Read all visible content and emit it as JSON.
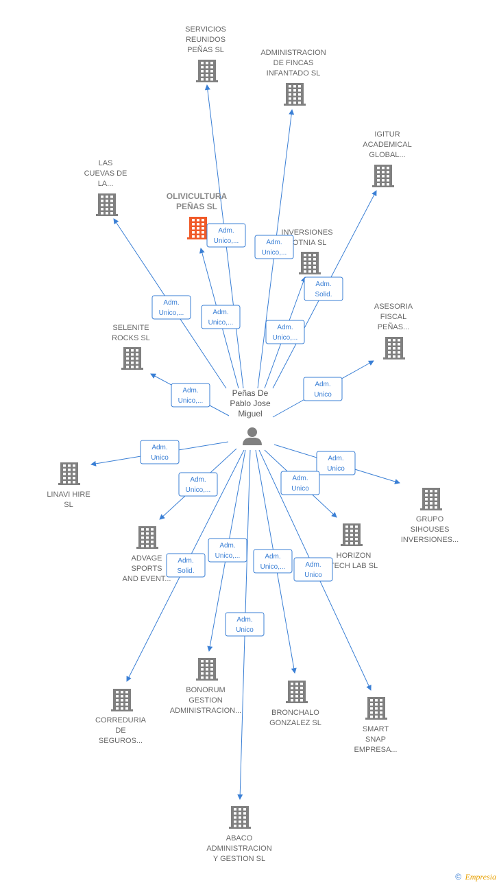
{
  "colors": {
    "edge": "#3a7fd5",
    "building": "#808080",
    "building_highlight": "#f05a28",
    "person": "#808080"
  },
  "person": {
    "label_lines": [
      "Peñas De",
      "Pablo Jose",
      "Miguel"
    ],
    "icon": "person-icon"
  },
  "companies": [
    {
      "id": "servicios",
      "lines": [
        "SERVICIOS",
        "REUNIDOS",
        "PEÑAS  SL"
      ]
    },
    {
      "id": "fincas",
      "lines": [
        "ADMINISTRACION",
        "DE FINCAS",
        "INFANTADO  SL"
      ]
    },
    {
      "id": "igitur",
      "lines": [
        "IGITUR",
        "ACADEMICAL",
        "GLOBAL..."
      ]
    },
    {
      "id": "cuevas",
      "lines": [
        "LAS",
        "CUEVAS DE",
        "LA..."
      ]
    },
    {
      "id": "olivicultura",
      "lines": [
        "OLIVICULTURA",
        "PEÑAS  SL"
      ],
      "highlight": true
    },
    {
      "id": "inversiones",
      "lines": [
        "INVERSIONES",
        "POTNIA  SL"
      ]
    },
    {
      "id": "asesoria",
      "lines": [
        "ASESORIA",
        "FISCAL",
        "PEÑAS..."
      ]
    },
    {
      "id": "selenite",
      "lines": [
        "SELENITE",
        "ROCKS  SL"
      ]
    },
    {
      "id": "linavi",
      "lines": [
        "LINAVI HIRE",
        "SL"
      ]
    },
    {
      "id": "grupo",
      "lines": [
        "GRUPO",
        "SIHOUSES",
        "INVERSIONES..."
      ]
    },
    {
      "id": "advage",
      "lines": [
        "ADVAGE",
        "SPORTS",
        "AND EVENT..."
      ]
    },
    {
      "id": "horizon",
      "lines": [
        "HORIZON",
        "TECH LAB  SL"
      ]
    },
    {
      "id": "bonorum",
      "lines": [
        "BONORUM",
        "GESTION",
        "ADMINISTRACION..."
      ]
    },
    {
      "id": "bronchalo",
      "lines": [
        "BRONCHALO",
        "GONZALEZ  SL"
      ]
    },
    {
      "id": "smart",
      "lines": [
        "SMART",
        "SNAP",
        "EMPRESA..."
      ]
    },
    {
      "id": "correduria",
      "lines": [
        "CORREDURIA",
        "DE",
        "SEGUROS..."
      ]
    },
    {
      "id": "abaco",
      "lines": [
        "ABACO",
        "ADMINISTRACION",
        "Y GESTION  SL"
      ]
    }
  ],
  "relations": [
    {
      "target": "servicios",
      "lines": [
        "Adm.",
        "Unico,..."
      ]
    },
    {
      "target": "fincas",
      "lines": [
        "Adm.",
        "Unico,..."
      ]
    },
    {
      "target": "igitur",
      "lines": [
        "Adm.",
        "Solid."
      ]
    },
    {
      "target": "cuevas",
      "lines": [
        "Adm.",
        "Unico,..."
      ]
    },
    {
      "target": "olivicultura",
      "lines": [
        "Adm.",
        "Unico,..."
      ]
    },
    {
      "target": "inversiones",
      "lines": [
        "Adm.",
        "Unico,..."
      ]
    },
    {
      "target": "asesoria",
      "lines": [
        "Adm.",
        "Unico"
      ]
    },
    {
      "target": "selenite",
      "lines": [
        "Adm.",
        "Unico,..."
      ]
    },
    {
      "target": "linavi",
      "lines": [
        "Adm.",
        "Unico"
      ]
    },
    {
      "target": "grupo",
      "lines": [
        "Adm.",
        "Unico"
      ]
    },
    {
      "target": "advage",
      "lines": [
        "Adm.",
        "Unico,..."
      ]
    },
    {
      "target": "horizon",
      "lines": [
        "Adm.",
        "Unico"
      ]
    },
    {
      "target": "bonorum",
      "lines": [
        "Adm.",
        "Unico,..."
      ]
    },
    {
      "target": "bronchalo",
      "lines": [
        "Adm.",
        "Unico,..."
      ]
    },
    {
      "target": "smart",
      "lines": [
        "Adm.",
        "Unico"
      ]
    },
    {
      "target": "correduria",
      "lines": [
        "Adm.",
        "Solid."
      ]
    },
    {
      "target": "abaco",
      "lines": [
        "Adm.",
        "Unico"
      ]
    }
  ],
  "footer": {
    "copyright": "©",
    "brand": "Empresia"
  }
}
